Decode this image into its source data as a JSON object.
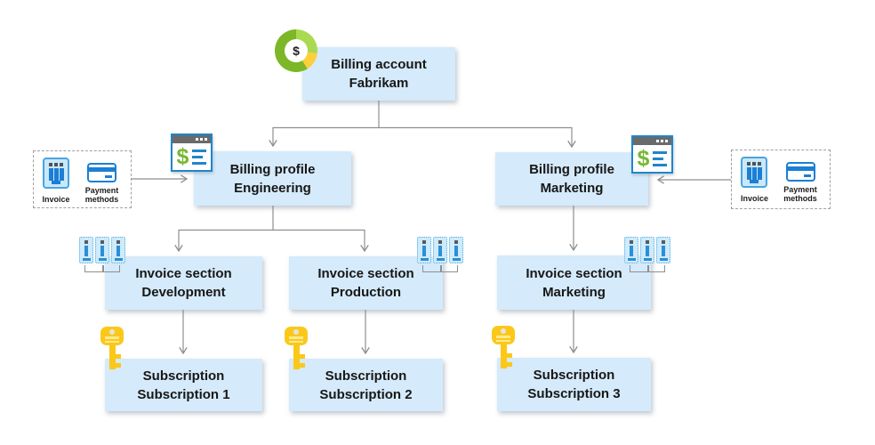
{
  "nodes": {
    "billing_account": {
      "type": "Billing account",
      "name": "Fabrikam"
    },
    "billing_profile_engineering": {
      "type": "Billing profile",
      "name": "Engineering"
    },
    "billing_profile_marketing": {
      "type": "Billing profile",
      "name": "Marketing"
    },
    "invoice_section_development": {
      "type": "Invoice section",
      "name": "Development"
    },
    "invoice_section_production": {
      "type": "Invoice section",
      "name": "Production"
    },
    "invoice_section_marketing": {
      "type": "Invoice section",
      "name": "Marketing"
    },
    "subscription_1": {
      "type": "Subscription",
      "name": "Subscription 1"
    },
    "subscription_2": {
      "type": "Subscription",
      "name": "Subscription 2"
    },
    "subscription_3": {
      "type": "Subscription",
      "name": "Subscription 3"
    }
  },
  "panels": {
    "left": {
      "invoice_label": "Invoice",
      "payment_label": "Payment methods"
    },
    "right": {
      "invoice_label": "Invoice",
      "payment_label": "Payment methods"
    }
  },
  "icons": {
    "dollar_glyph": "$",
    "billing_account_icon": "donut-chart-dollar",
    "billing_profile_icon": "billing-window-dollar",
    "invoice_icon": "invoice-receipt",
    "payment_methods_icon": "credit-card",
    "invoice_section_icon": "invoice-group",
    "subscription_icon": "key"
  },
  "colors": {
    "node_fill": "#d5eafa",
    "connector_gray": "#8f8f8f",
    "donut_green": "#7cb728",
    "donut_light_green": "#aada52",
    "donut_yellow": "#fccf3c",
    "profile_border_blue": "#1f86c9",
    "bar_blue": "#1b7fd4",
    "icon_fill_light_blue": "#c9e8fa",
    "key_yellow": "#fbc81a",
    "window_header_gray": "#6a6a6a"
  }
}
